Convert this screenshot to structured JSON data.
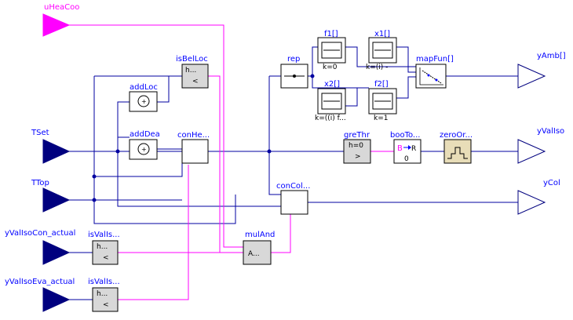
{
  "inputs": {
    "uHeaCoo": "uHeaCoo",
    "TSet": "TSet",
    "TTop": "TTop",
    "yValIsoCon": "yValIsoCon_actual",
    "yValIsoEva": "yValIsoEva_actual"
  },
  "outputs": {
    "yAmb": "yAmb[]",
    "yValIso": "yValIso",
    "yCol": "yCol"
  },
  "blocks": {
    "isBelLoc": "isBelLoc",
    "isBelLoc_inner": "h...",
    "addLoc": "addLoc",
    "addDea": "addDea",
    "conHea": "conHe...",
    "rep": "rep",
    "f1": "f1[]",
    "f1_param": "k=0",
    "x1": "x1[]",
    "x1_param": "k=(i) -",
    "x2": "x2[]",
    "x2_param": "k=((i) f...",
    "f2": "f2[]",
    "f2_param": "k=1",
    "mapFun": "mapFun[]",
    "greThr": "greThr",
    "greThr_param": "h=0",
    "booTo": "booTo...",
    "booTo_B": "B",
    "booTo_R": "R",
    "booTo_0": "0",
    "zeroOr": "zeroOr...",
    "conCol": "conCol...",
    "mulAnd": "mulAnd",
    "mulAnd_inner": "A...",
    "isValIsoCon": "isValIs...",
    "isValIsoCon_inner": "h...",
    "isValIsoEva": "isValIs...",
    "isValIsoEva_inner": "h...",
    "gt_symbol": ">",
    "lt_symbol": "<",
    "plus": "+"
  },
  "colors": {
    "connector_real": "#0000a0",
    "connector_bool": "#ff00ff",
    "label": "#0000ff"
  }
}
